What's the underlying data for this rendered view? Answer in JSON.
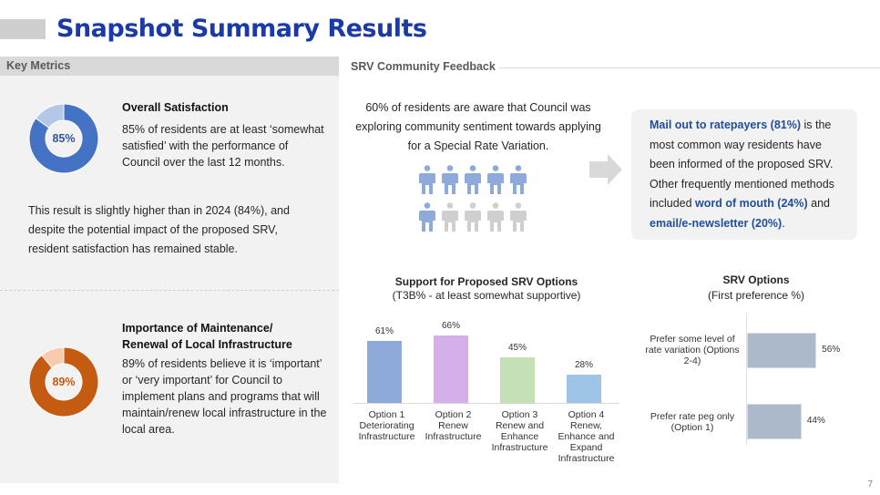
{
  "title": "Snapshot Summary Results",
  "page_number": "7",
  "key_metrics": {
    "header": "Key Metrics",
    "satisfaction": {
      "value": 85,
      "label": "85%",
      "heading": "Overall Satisfaction",
      "text": "85% of residents are at least ‘somewhat satisfied’ with the performance of Council over the last 12 months.",
      "note": "This result is slightly higher than in 2024 (84%), and despite the potential impact of the proposed SRV, resident satisfaction has remained stable.",
      "color": "#4472c4",
      "rest_color": "#b4c7e7"
    },
    "importance": {
      "value": 89,
      "label": "89%",
      "heading": "Importance of Maintenance/ Renewal of Local Infrastructure",
      "text": "89% of residents believe it is ‘important’ or ‘very important’ for Council to implement plans and programs that will maintain/renew local infrastructure in the local area.",
      "color": "#c55a11",
      "rest_color": "#f8cbad"
    }
  },
  "feedback": {
    "header": "SRV Community Feedback",
    "awareness_text": "60% of residents are aware that Council was exploring community sentiment towards applying for a Special Rate Variation.",
    "aware_count": 6,
    "total_people": 10,
    "aware_color": "#8eaadb",
    "other_color": "#d0cece",
    "callout": {
      "p1": "Mail out to ratepayers (81%)",
      "p2": " is the most common way residents have been informed of the proposed SRV. Other frequently mentioned methods included ",
      "p3": "word of mouth (24%)",
      "p4": " and ",
      "p5": "email/e-newsletter (20%)",
      "p6": "."
    }
  },
  "chart_data": [
    {
      "type": "bar",
      "title": "Support for Proposed SRV Options",
      "subtitle": "(T3B% - at least somewhat supportive)",
      "categories": [
        "Option 1 Deteriorating Infrastructure",
        "Option 2 Renew Infrastructure",
        "Option 3 Renew and Enhance Infrastructure",
        "Option 4 Renew, Enhance and Expand Infrastructure"
      ],
      "values": [
        61,
        66,
        45,
        28
      ],
      "labels": [
        "61%",
        "66%",
        "45%",
        "28%"
      ],
      "colors": [
        "#8eaadb",
        "#d5b0e8",
        "#c5e0b4",
        "#9dc3e6"
      ],
      "ylim": [
        0,
        100
      ],
      "grid": false
    },
    {
      "type": "bar",
      "orientation": "horizontal",
      "title": "SRV Options",
      "subtitle": "(First preference %)",
      "categories": [
        "Prefer some level of rate variation (Options 2-4)",
        "Prefer rate peg only (Option 1)"
      ],
      "values": [
        56,
        44
      ],
      "labels": [
        "56%",
        "44%"
      ],
      "color": "#acb9ca",
      "xlim": [
        0,
        100
      ],
      "grid": false
    }
  ]
}
